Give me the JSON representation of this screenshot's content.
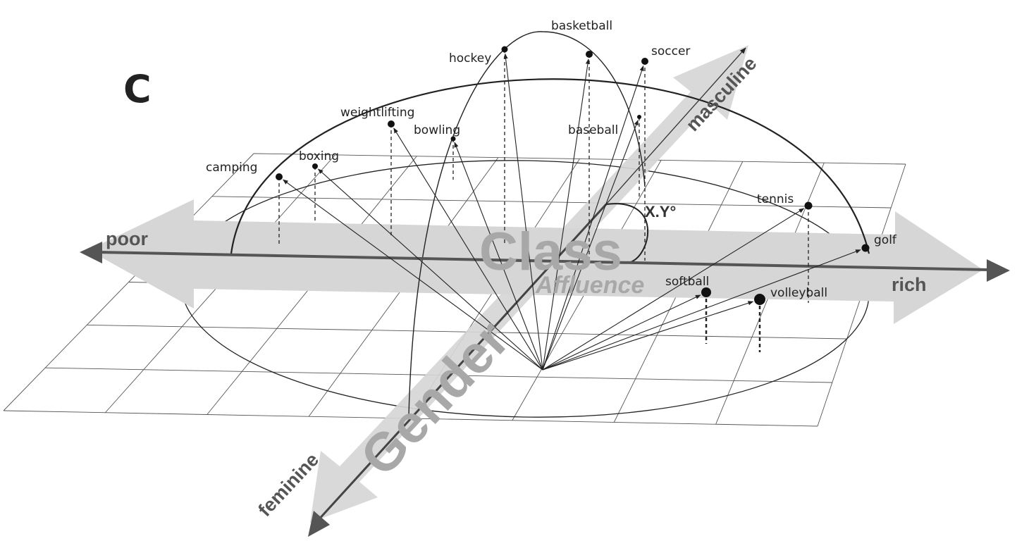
{
  "panel_label": "C",
  "axes": {
    "class": {
      "title": "Class",
      "subtitle": "Affluence",
      "negative": "poor",
      "positive": "rich"
    },
    "gender": {
      "title": "Gender",
      "negative": "feminine",
      "positive": "masculine"
    },
    "angle_label": "X.Y°"
  },
  "sports": [
    "basketball",
    "hockey",
    "soccer",
    "weightlifting",
    "bowling",
    "baseball",
    "boxing",
    "camping",
    "tennis",
    "golf",
    "softball",
    "volleyball"
  ],
  "colors": {
    "band": "#d4d4d4",
    "axis": "#555555",
    "big_text": "#a8a8a8",
    "line": "#222222"
  }
}
